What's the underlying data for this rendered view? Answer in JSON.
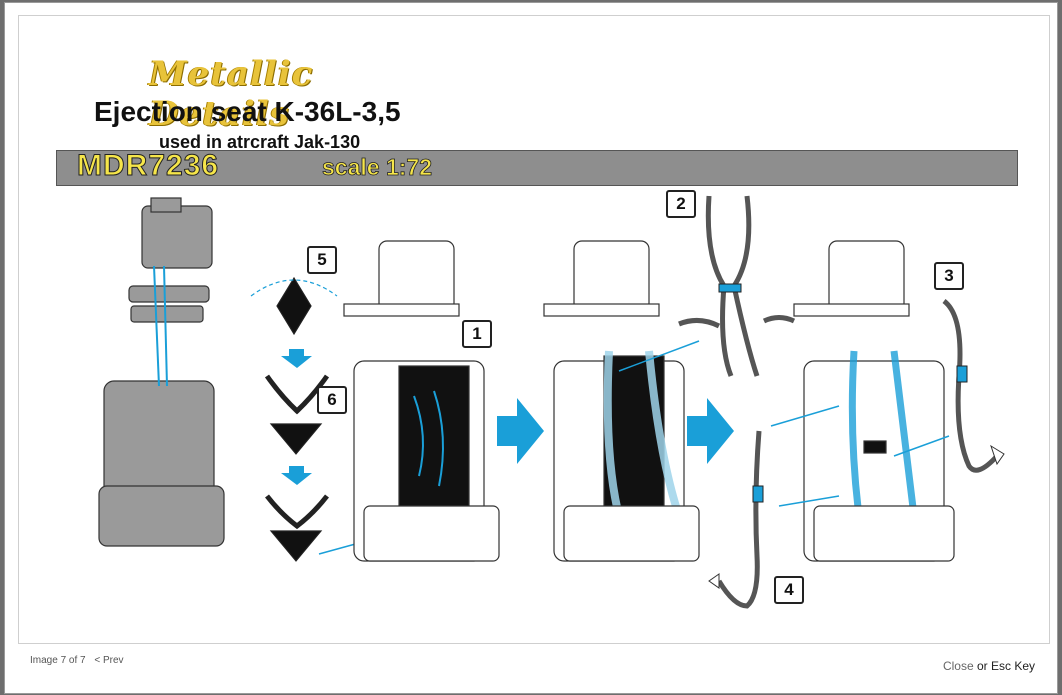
{
  "lightbox": {
    "header": {
      "brand": "Metallic Details",
      "title": "Ejection seat K-36L-3,5",
      "subtitle": "used in atrcraft Jak-130",
      "code": "MDR7236",
      "scale": "scale 1:72"
    },
    "callouts": [
      "1",
      "2",
      "3",
      "4",
      "5",
      "6"
    ],
    "footer": {
      "counter": "Image 7 of 7",
      "prev": "< Prev",
      "close": "Close",
      "or_text": " or Esc Key"
    }
  },
  "colors": {
    "accent_blue": "#1a9fd8",
    "banner_gray": "#8e8e8e",
    "code_yellow": "#f6e64a",
    "brand_gold": "#e8c33a"
  }
}
